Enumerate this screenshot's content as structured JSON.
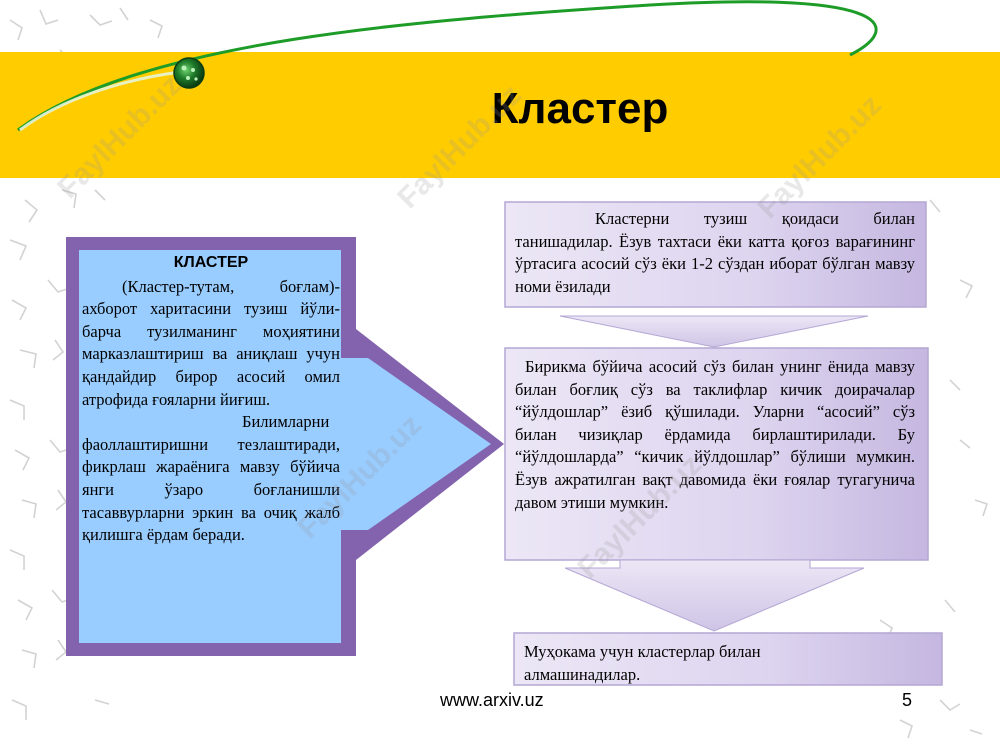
{
  "slide": {
    "title": "Кластер",
    "footer_url": "www.arxiv.uz",
    "page_number": "5",
    "watermark": "FaylHub.uz"
  },
  "left_box": {
    "heading": "КЛАСТЕР",
    "definition": "(Кластер-тутам, боғлам)- ахборот харитасини тузиш йўли- барча тузилманинг моҳиятини марказлаштириш ва аниқлаш учун қандайдир бирор асосий омил атрофида ғояларни йиғиш.",
    "benefit": "Билимларни фаоллаштиришни тезлаштиради, фикрлаш жараёнига мавзу бўйича янги ўзаро боғланишли тасаввурларни эркин ва очиқ жалб қилишга ёрдам беради."
  },
  "steps": [
    "Кластерни тузиш қоидаси билан танишадилар. Ёзув тахтаси ёки катта қоғоз варағининг ўртасига асосий сўз ёки 1-2 сўздан иборат бўлган мавзу номи ёзилади",
    "Бирикма бўйича асосий сўз билан унинг ёнида мавзу билан боғлиқ сўз ва таклифлар кичик доирачалар “йўлдошлар” ёзиб қўшилади. Уларни “асосий” сўз билан чизиқлар ёрдамида бирлаштирилади. Бу “йўлдошларда” “кичик йўлдошлар” бўлиши мумкин. Ёзув ажратилган вақт давомида ёки ғоялар тугагунича давом этиши мумкин.",
    "Муҳокама учун кластерлар билан алмашинадилар."
  ],
  "colors": {
    "banner": "#ffcc00",
    "frame": "#8363ad",
    "panel": "#99ccff",
    "step_box": "#dcd3ee",
    "swoosh": "#1e9c28"
  }
}
